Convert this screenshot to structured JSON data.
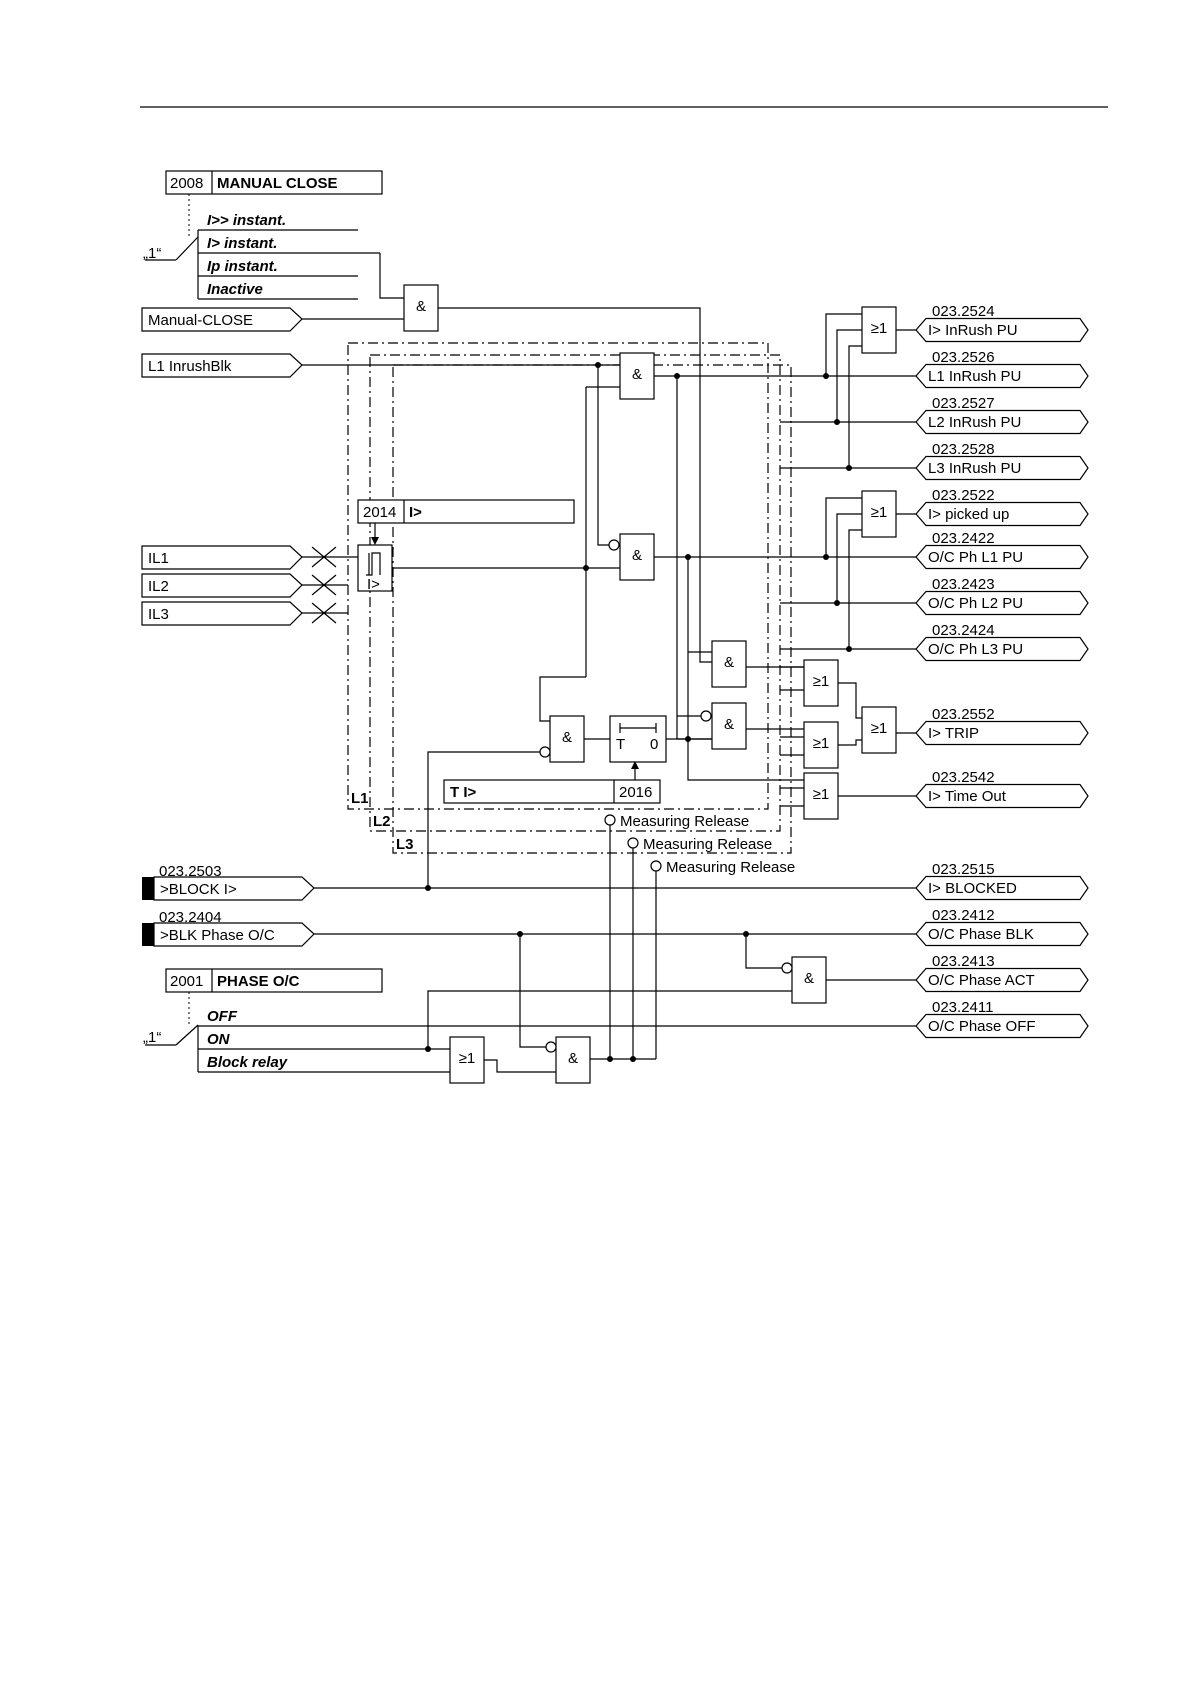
{
  "manual_close": {
    "param_id": "2008",
    "param_title": "MANUAL CLOSE",
    "default_marker": "„1“",
    "options": [
      "I>> instant.",
      "I> instant.",
      "Ip instant.",
      "Inactive"
    ]
  },
  "inputs": {
    "manual_close": "Manual-CLOSE",
    "inrush": "L1 InrushBlk",
    "il1": "IL1",
    "il2": "IL2",
    "il3": "IL3"
  },
  "threshold": {
    "param_id": "2014",
    "label": "I>",
    "element": "I>"
  },
  "timer": {
    "label": "T I>",
    "param_id": "2016",
    "t": "T",
    "zero": "0"
  },
  "phase_labels": {
    "l1": "L1",
    "l2": "L2",
    "l3": "L3"
  },
  "measuring_release": "Measuring Release",
  "gates": {
    "and": "&",
    "or": "≥1"
  },
  "outputs": [
    {
      "no": "023.2524",
      "label": "I> InRush PU"
    },
    {
      "no": "023.2526",
      "label": "L1 InRush PU"
    },
    {
      "no": "023.2527",
      "label": "L2 InRush PU"
    },
    {
      "no": "023.2528",
      "label": "L3 InRush PU"
    },
    {
      "no": "023.2522",
      "label": "I> picked up"
    },
    {
      "no": "023.2422",
      "label": "O/C Ph L1 PU"
    },
    {
      "no": "023.2423",
      "label": "O/C Ph L2 PU"
    },
    {
      "no": "023.2424",
      "label": "O/C Ph L3 PU"
    },
    {
      "no": "023.2552",
      "label": "I> TRIP"
    },
    {
      "no": "023.2542",
      "label": "I> Time Out"
    },
    {
      "no": "023.2515",
      "label": "I> BLOCKED"
    },
    {
      "no": "023.2412",
      "label": "O/C Phase BLK"
    },
    {
      "no": "023.2413",
      "label": "O/C Phase ACT"
    },
    {
      "no": "023.2411",
      "label": "O/C Phase OFF"
    }
  ],
  "binary_inputs": [
    {
      "no": "023.2503",
      "label": ">BLOCK I>"
    },
    {
      "no": "023.2404",
      "label": ">BLK Phase O/C"
    }
  ],
  "phase_oc": {
    "param_id": "2001",
    "param_title": "PHASE O/C",
    "default_marker": "„1“",
    "options": [
      "OFF",
      "ON",
      "Block relay"
    ]
  }
}
